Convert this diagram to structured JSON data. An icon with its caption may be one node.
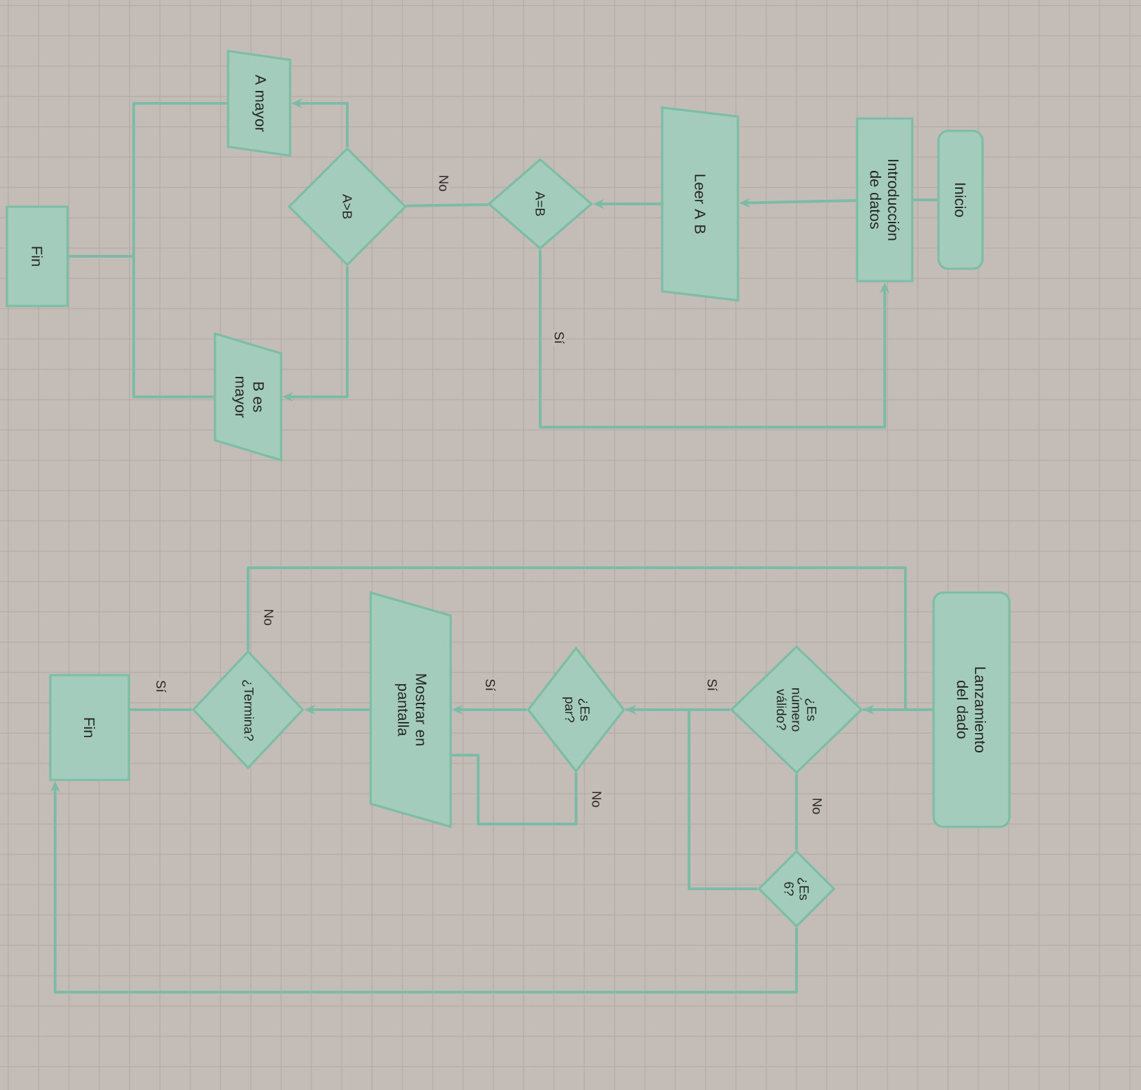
{
  "diagram": {
    "nodes": [
      {
        "text": [
          "Inicio"
        ]
      },
      {
        "text": [
          "Introducción de datos"
        ]
      },
      {
        "text": [
          "Leer A B"
        ]
      },
      {
        "text": [
          "A=B"
        ]
      },
      {
        "text": [
          "A>B"
        ]
      },
      {
        "text": [
          "A mayor"
        ]
      },
      {
        "text": [
          "B es mayor"
        ]
      },
      {
        "text": [
          "Fin"
        ]
      },
      {
        "text": [
          "Lanzamiento del dado"
        ]
      },
      {
        "text": [
          "¿Es número válido?"
        ]
      },
      {
        "text": [
          "¿Es par?"
        ]
      },
      {
        "text": [
          "¿Es 6?"
        ]
      },
      {
        "text": [
          "Mostrar en pantalla"
        ]
      },
      {
        "text": [
          "¿Termina?"
        ]
      },
      {
        "text": [
          "Fin"
        ]
      }
    ],
    "edges": [
      {
        "from": 0,
        "to": 1,
        "arrow": "none"
      },
      {
        "from": 1,
        "to": 2,
        "arrow": "to"
      },
      {
        "from": 2,
        "to": 3,
        "arrow": "to"
      },
      {
        "from": 3,
        "to": 4,
        "arrow": "none",
        "label": "No"
      },
      {
        "from": 3,
        "to": 1,
        "arrow": "to",
        "label": "Sí"
      },
      {
        "from": 4,
        "to": 5,
        "arrow": "to"
      },
      {
        "from": 4,
        "to": 6,
        "arrow": "to"
      },
      {
        "from": 5,
        "to": 7,
        "arrow": "none"
      },
      {
        "from": 6,
        "to": 7,
        "arrow": "none"
      },
      {
        "from": 8,
        "to": 9,
        "arrow": "to"
      },
      {
        "from": 9,
        "to": 10,
        "arrow": "to",
        "label": "Sí"
      },
      {
        "from": 9,
        "to": 11,
        "arrow": "none",
        "label": "No"
      },
      {
        "from": 10,
        "to": 12,
        "arrow": "to",
        "label": "Sí"
      },
      {
        "from": 10,
        "to": 12,
        "arrow": "none",
        "label": "No"
      },
      {
        "from": 11,
        "to": 10,
        "arrow": "none"
      },
      {
        "from": 11,
        "to": 14,
        "arrow": "to"
      },
      {
        "from": 12,
        "to": 13,
        "arrow": "to"
      },
      {
        "from": 13,
        "to": 9,
        "arrow": "none",
        "label": "No"
      },
      {
        "from": 13,
        "to": 14,
        "arrow": "none",
        "label": "Sí"
      }
    ]
  }
}
